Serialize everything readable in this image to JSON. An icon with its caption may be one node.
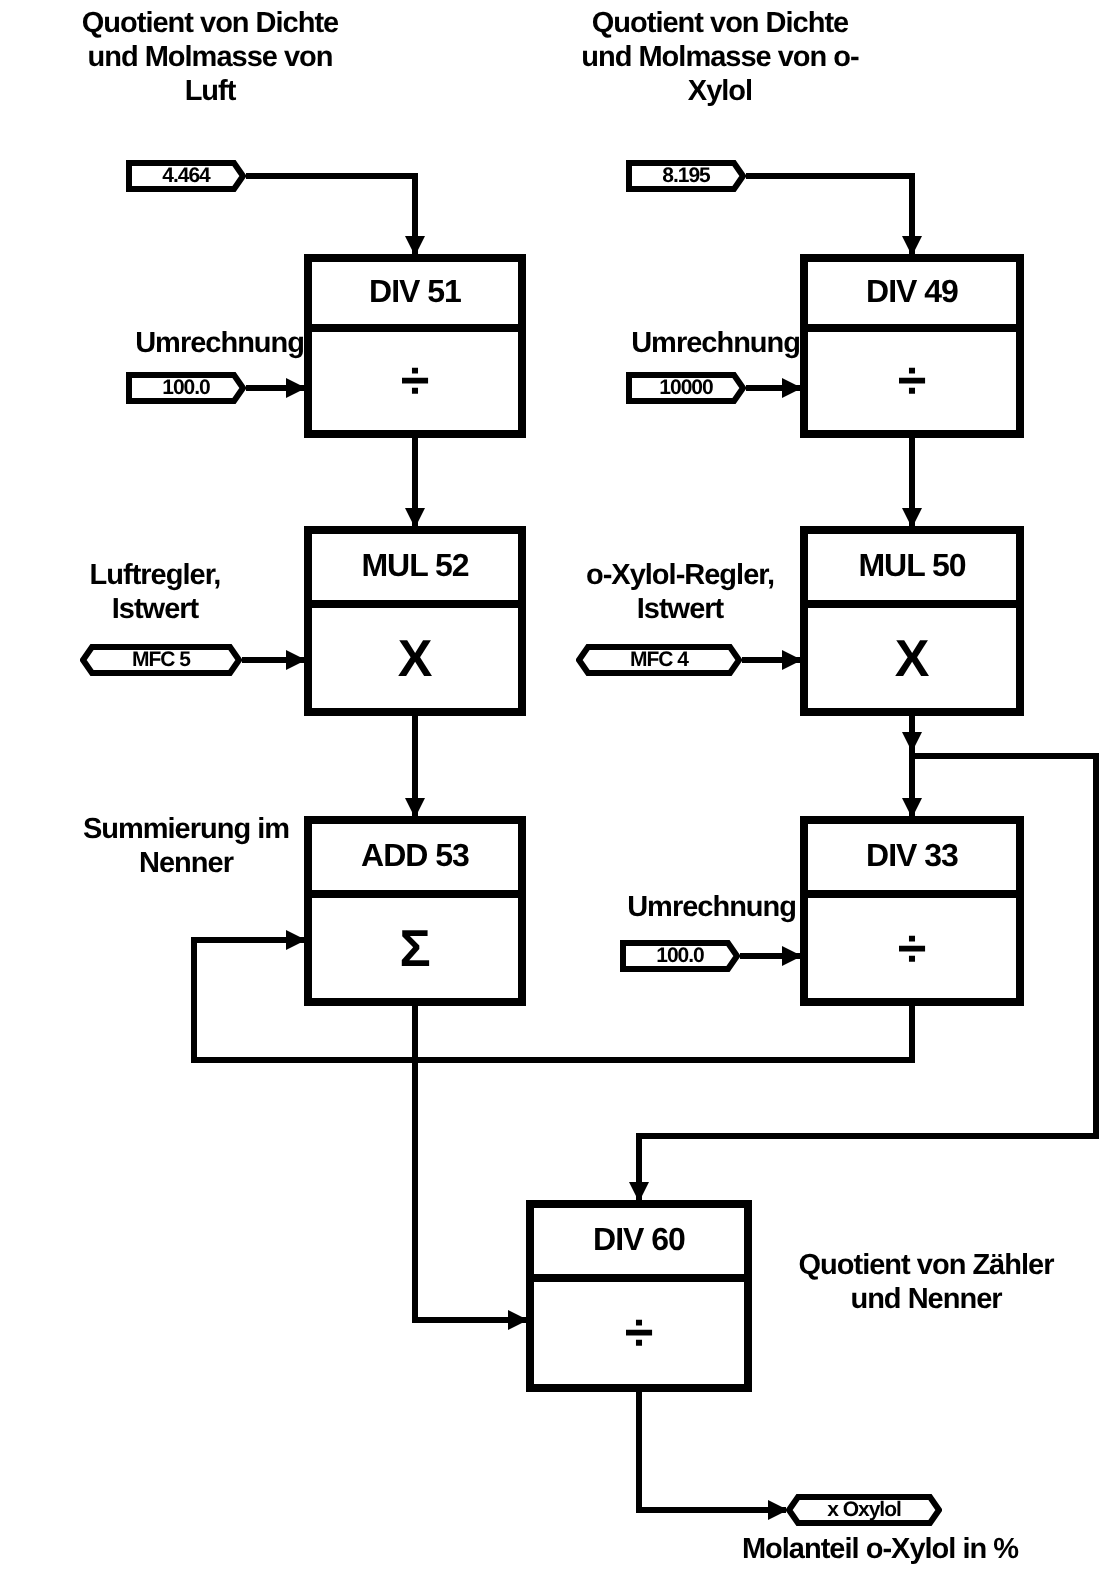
{
  "diagram": {
    "nodes": [
      {
        "text": [
          "4.464"
        ],
        "beside": [
          "Quotient von Dichte und Molmasse von Luft"
        ]
      },
      {
        "text": [
          "8.195"
        ],
        "beside": [
          "Quotient von Dichte und Molmasse von o-Xylol"
        ]
      },
      {
        "text": [
          "DIV 51",
          "÷"
        ]
      },
      {
        "text": [
          "100.0"
        ],
        "beside": [
          "Umrechnung"
        ]
      },
      {
        "text": [
          "DIV 49",
          "÷"
        ]
      },
      {
        "text": [
          "10000"
        ],
        "beside": [
          "Umrechnung"
        ]
      },
      {
        "text": [
          "MUL 52",
          "X"
        ]
      },
      {
        "text": [
          "MFC 5"
        ],
        "beside": [
          "Luftregler, Istwert"
        ]
      },
      {
        "text": [
          "MUL 50",
          "X"
        ]
      },
      {
        "text": [
          "MFC 4"
        ],
        "beside": [
          "o-Xylol-Regler, Istwert"
        ]
      },
      {
        "text": [
          "ADD 53",
          "Σ"
        ],
        "beside": [
          "Summierung im Nenner"
        ]
      },
      {
        "text": [
          "DIV 33",
          "÷"
        ]
      },
      {
        "text": [
          "100.0"
        ],
        "beside": [
          "Umrechnung"
        ]
      },
      {
        "text": [
          "DIV 60",
          "÷"
        ],
        "beside": [
          "Quotient von Zähler und Nenner"
        ]
      },
      {
        "text": [
          "x Oxylol"
        ],
        "beside": [
          "Molanteil o-Xylol in %"
        ]
      }
    ],
    "edges": [
      {
        "from": 0,
        "to": 2,
        "arrow": "to"
      },
      {
        "from": 3,
        "to": 2,
        "arrow": "to"
      },
      {
        "from": 1,
        "to": 4,
        "arrow": "to"
      },
      {
        "from": 5,
        "to": 4,
        "arrow": "to"
      },
      {
        "from": 2,
        "to": 6,
        "arrow": "to"
      },
      {
        "from": 7,
        "to": 6,
        "arrow": "to"
      },
      {
        "from": 4,
        "to": 8,
        "arrow": "to"
      },
      {
        "from": 9,
        "to": 8,
        "arrow": "to"
      },
      {
        "from": 6,
        "to": 10,
        "arrow": "to"
      },
      {
        "from": 8,
        "to": 11,
        "arrow": "to"
      },
      {
        "from": 8,
        "to": 13,
        "arrow": "to"
      },
      {
        "from": 12,
        "to": 11,
        "arrow": "to"
      },
      {
        "from": 11,
        "to": 10,
        "arrow": "to"
      },
      {
        "from": 10,
        "to": 13,
        "arrow": "to"
      },
      {
        "from": 13,
        "to": 14,
        "arrow": "to"
      }
    ]
  }
}
